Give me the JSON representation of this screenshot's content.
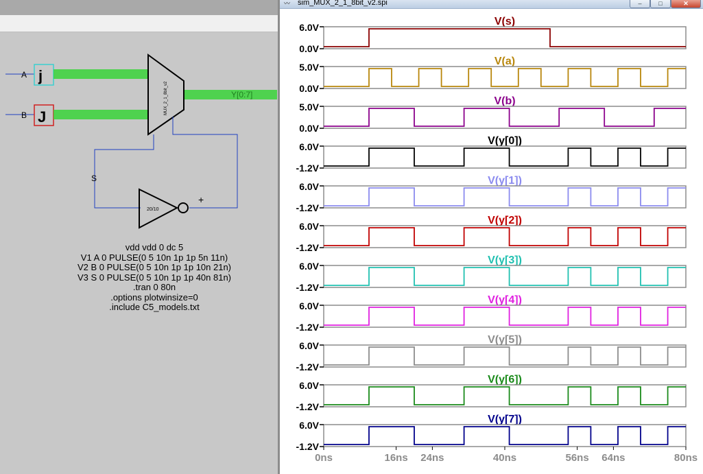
{
  "schematic": {
    "labels": {
      "input_a": "A",
      "input_b": "B",
      "select_net": "S",
      "output_bus": "Y[0:7]",
      "mux_name": "MUX_2_1_8bit_v2",
      "inverter_size": "20/10",
      "plus": "+"
    },
    "bus_color": "#3ad43a",
    "wire_color": "#2040c0",
    "directives": [
      "vdd vdd 0 dc 5",
      "V1 A 0 PULSE(0 5 10n 1p 1p 5n 11n)",
      "V2 B 0 PULSE(0 5 10n 1p 1p 10n 21n)",
      "V3 S 0 PULSE(0 5 10n 1p 1p 40n 81n)",
      ".tran 0 80n",
      ".options plotwinsize=0",
      ".include C5_models.txt"
    ]
  },
  "waveform_window": {
    "title": "sim_MUX_2_1_8bit_v2.spi",
    "buttons": {
      "minimize": "–",
      "maximize": "□",
      "close": "✕"
    },
    "x_ticks": [
      "0ns",
      "16ns",
      "24ns",
      "40ns",
      "56ns",
      "64ns",
      "80ns"
    ],
    "x_tick_values": [
      0,
      16,
      24,
      40,
      56,
      64,
      80
    ]
  },
  "chart_data": {
    "type": "line",
    "xlim": [
      0,
      80
    ],
    "x_unit": "ns",
    "panes": [
      {
        "name": "V(s)",
        "color": "#8b0000",
        "ylim": [
          0,
          6
        ],
        "y_ticks": [
          "6.0V",
          "0.0V"
        ],
        "edges": [
          0,
          10,
          50,
          80
        ],
        "start_level": "low"
      },
      {
        "name": "V(a)",
        "color": "#b8860b",
        "ylim": [
          0,
          5
        ],
        "y_ticks": [
          "5.0V",
          "0.0V"
        ],
        "edges": [
          0,
          10,
          15,
          21,
          26,
          32,
          37,
          43,
          48,
          54,
          59,
          65,
          70,
          76,
          80
        ],
        "start_level": "low"
      },
      {
        "name": "V(b)",
        "color": "#8b008b",
        "ylim": [
          0,
          5
        ],
        "y_ticks": [
          "5.0V",
          "0.0V"
        ],
        "edges": [
          0,
          10,
          20,
          31,
          41,
          52,
          62,
          73,
          80
        ],
        "start_level": "low"
      },
      {
        "name": "V(y[0])",
        "color": "#000000",
        "ylim": [
          -1.2,
          6
        ],
        "y_ticks": [
          "6.0V",
          "-1.2V"
        ],
        "edges": [
          0,
          10,
          20,
          31,
          41,
          54,
          59,
          65,
          70,
          76,
          80
        ],
        "start_level": "low"
      },
      {
        "name": "V(y[1])",
        "color": "#8b8bef",
        "ylim": [
          -1.2,
          6
        ],
        "y_ticks": [
          "6.0V",
          "-1.2V"
        ],
        "edges": [
          0,
          10,
          20,
          31,
          41,
          54,
          59,
          65,
          70,
          76,
          80
        ],
        "start_level": "low"
      },
      {
        "name": "V(y[2])",
        "color": "#c00000",
        "ylim": [
          -1.2,
          6
        ],
        "y_ticks": [
          "6.0V",
          "-1.2V"
        ],
        "edges": [
          0,
          10,
          20,
          31,
          41,
          54,
          59,
          65,
          70,
          76,
          80
        ],
        "start_level": "low"
      },
      {
        "name": "V(y[3])",
        "color": "#20c0b0",
        "ylim": [
          -1.2,
          6
        ],
        "y_ticks": [
          "6.0V",
          "-1.2V"
        ],
        "edges": [
          0,
          10,
          20,
          31,
          41,
          54,
          59,
          65,
          70,
          76,
          80
        ],
        "start_level": "low"
      },
      {
        "name": "V(y[4])",
        "color": "#e020e0",
        "ylim": [
          -1.2,
          6
        ],
        "y_ticks": [
          "6.0V",
          "-1.2V"
        ],
        "edges": [
          0,
          10,
          20,
          31,
          41,
          54,
          59,
          65,
          70,
          76,
          80
        ],
        "start_level": "low"
      },
      {
        "name": "V(y[5])",
        "color": "#8c8c8c",
        "ylim": [
          -1.2,
          6
        ],
        "y_ticks": [
          "6.0V",
          "-1.2V"
        ],
        "edges": [
          0,
          10,
          20,
          31,
          41,
          54,
          59,
          65,
          70,
          76,
          80
        ],
        "start_level": "low"
      },
      {
        "name": "V(y[6])",
        "color": "#1a8a1a",
        "ylim": [
          -1.2,
          6
        ],
        "y_ticks": [
          "6.0V",
          "-1.2V"
        ],
        "edges": [
          0,
          10,
          20,
          31,
          41,
          54,
          59,
          65,
          70,
          76,
          80
        ],
        "start_level": "low"
      },
      {
        "name": "V(y[7])",
        "color": "#00008b",
        "ylim": [
          -1.2,
          6
        ],
        "y_ticks": [
          "6.0V",
          "-1.2V"
        ],
        "edges": [
          0,
          10,
          20,
          31,
          41,
          54,
          59,
          65,
          70,
          76,
          80
        ],
        "start_level": "low"
      }
    ]
  }
}
